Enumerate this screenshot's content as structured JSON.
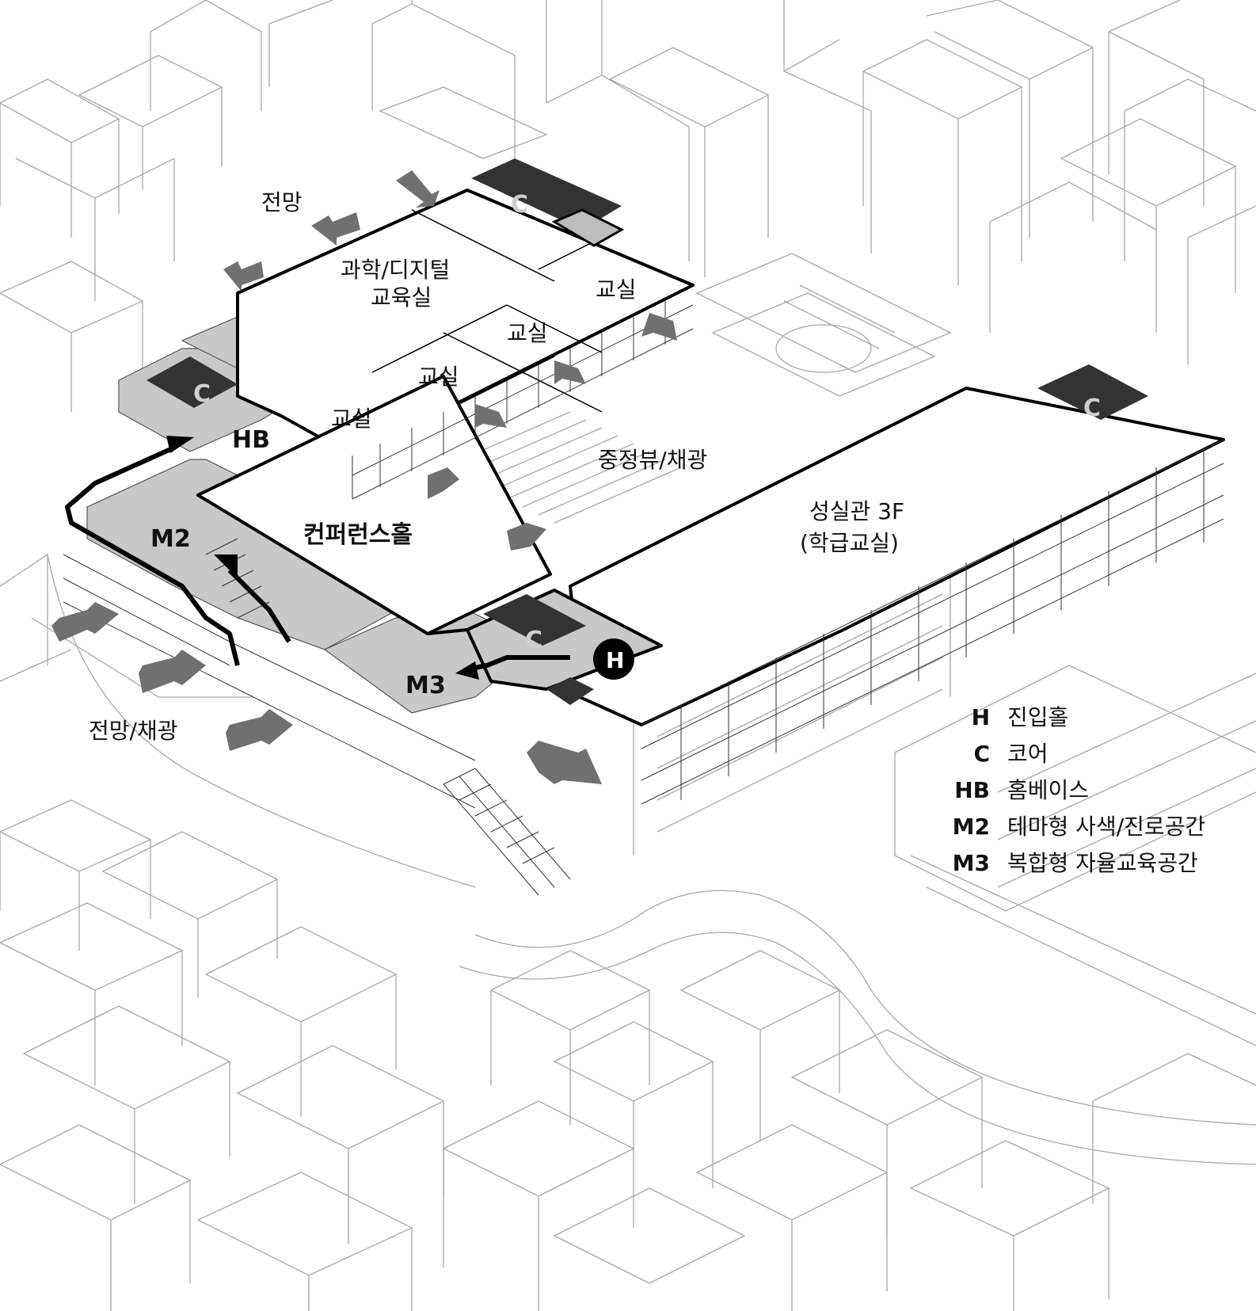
{
  "labels": {
    "view_top": "전망",
    "science_room_line1": "과학/디지털",
    "science_room_line2": "교육실",
    "classroom_a": "교실",
    "classroom_b": "교실",
    "classroom_c": "교실",
    "classroom_d": "교실",
    "homebase_short": "HB",
    "conference_hall": "컨퍼런스홀",
    "m2_short": "M2",
    "m3_short": "M3",
    "courtyard_view": "중정뷰/채광",
    "seongsil_line1": "성실관 3F",
    "seongsil_line2": "(학급교실)",
    "view_light": "전망/채광",
    "core_1": "C",
    "core_2": "C",
    "core_3": "C",
    "core_4": "C",
    "entrance_short": "H"
  },
  "legend": [
    {
      "key": "H",
      "value": "진입홀"
    },
    {
      "key": "C",
      "value": "코어"
    },
    {
      "key": "HB",
      "value": "홈베이스"
    },
    {
      "key": "M2",
      "value": "테마형 사색/진로공간"
    },
    {
      "key": "M3",
      "value": "복합형 자율교육공간"
    }
  ],
  "colors": {
    "outline": "#000000",
    "core_fill": "#333333",
    "hall_fill": "#c8c8c8",
    "context_line": "#9a9a9a",
    "arrow_fill": "#707070"
  }
}
